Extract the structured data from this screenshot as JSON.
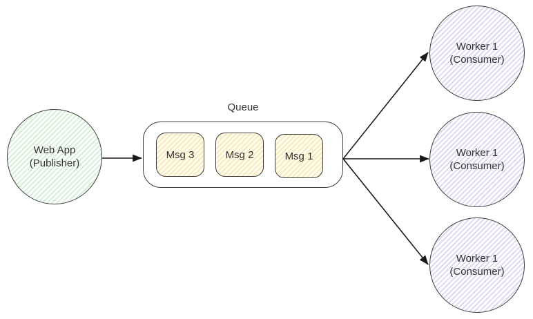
{
  "diagram": {
    "title": "message-queue-fanout-diagram",
    "publisher": {
      "line1": "Web App",
      "line2": "(Publisher)"
    },
    "queue": {
      "label": "Queue",
      "messages": [
        "Msg 3",
        "Msg 2",
        "Msg 1"
      ]
    },
    "workers": [
      {
        "line1": "Worker 1",
        "line2": "(Consumer)"
      },
      {
        "line1": "Worker 1",
        "line2": "(Consumer)"
      },
      {
        "line1": "Worker 1",
        "line2": "(Consumer)"
      }
    ],
    "colors": {
      "stroke": "#3a3a3a",
      "text": "#333333",
      "arrow": "#1a1a1a",
      "publisher_hatch": "#d5efd5",
      "message_hatch": "#f8e9bb",
      "message_bg": "#fffcf0",
      "worker_hatch": "#dcd9f1",
      "shape_bg": "#ffffff"
    }
  }
}
